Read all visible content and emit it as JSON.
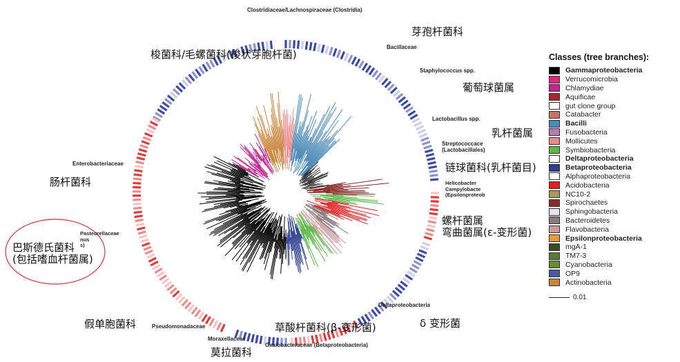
{
  "figure": {
    "labels_en": {
      "clostridia": "Clostridiaceae/Lachnospiraceae (Clostridia)",
      "bacillaceae": "Bacillaceae",
      "staphylococcus": "Staphylococcus spp.",
      "lactobacillus": "Lactobacillus spp.",
      "streptococcaceae": "Streptococcace\n(Lactobacillales)",
      "helicobacter": "Helicobacter\nCampylobacte\n(Epsilonproteob",
      "enterobacteriaceae": "Enterobacteriaceae",
      "pasteurellaceae": "Pasteurellaceae\nnus\ns)",
      "deltaproteobacteria": "Deltaproteobacteria",
      "pseudomonadaceae": "Pseudomonadaceae",
      "moraxellaceae": "Moraxellaceae",
      "oxalobacteraceae": "Oxalobacteraceae (Betaproteobacteria)"
    },
    "labels_zh": {
      "sporebacilli": "芽孢杆菌科",
      "clostridia": "梭菌科/毛螺菌科(梭状芽胞杆菌)",
      "staphylococcus": "葡萄球菌属",
      "lactobacillus": "乳杆菌属",
      "streptococcus": "链球菌科(乳杆菌目)",
      "enterobacteria": "肠杆菌科",
      "helicobacter": "螺杆菌属\n弯曲菌属(ε-变形菌)",
      "pasteurella": "巴斯德氏菌科\n(包括嗜血杆菌属)",
      "pseudomonas": "假单胞菌科",
      "oxalobacter": "草酸杆菌科(β-变形菌)",
      "delta": "δ 变形菌",
      "moraxella": "莫拉菌科"
    }
  },
  "legend": {
    "title": "Classes (tree branches):",
    "items": [
      {
        "label": "Gammaproteobacteria",
        "color": "#000000",
        "bold": true
      },
      {
        "label": "Verrucomicrobia",
        "color": "#e0267a",
        "bold": false
      },
      {
        "label": "Chlamydiae",
        "color": "#c2268f",
        "bold": false
      },
      {
        "label": "Aquificae",
        "color": "#a8282f",
        "bold": false
      },
      {
        "label": "gut clone group",
        "color": "#ffffff",
        "bold": false
      },
      {
        "label": "Catabacter",
        "color": "#c8706a",
        "bold": false
      },
      {
        "label": "Bacilli",
        "color": "#4a8ab8",
        "bold": true
      },
      {
        "label": "Fusobacteria",
        "color": "#b47cb0",
        "bold": false
      },
      {
        "label": "Mollicutes",
        "color": "#e8888a",
        "bold": false
      },
      {
        "label": "Symbiobacteria",
        "color": "#5cb847",
        "bold": false
      },
      {
        "label": "Deltaproteobacteria",
        "color": "#ffffff",
        "bold": true
      },
      {
        "label": "Betaproteobacteria",
        "color": "#2c3f8e",
        "bold": true
      },
      {
        "label": "Alphaproteobacteria",
        "color": "#ffffff",
        "bold": false
      },
      {
        "label": "Acidobacteria",
        "color": "#e02020",
        "bold": false
      },
      {
        "label": "NC10-2",
        "color": "#a89a5a",
        "bold": false
      },
      {
        "label": "Spirochaetes",
        "color": "#8a2a2a",
        "bold": false
      },
      {
        "label": "Sphingobacteria",
        "color": "#e4e4ec",
        "bold": false
      },
      {
        "label": "Bacteroidetes",
        "color": "#8a7a7a",
        "bold": false
      },
      {
        "label": "Flavobacteria",
        "color": "#c89a9a",
        "bold": false
      },
      {
        "label": "Epsilonproteobacteria",
        "color": "#e89a3c",
        "bold": true
      },
      {
        "label": "mgA-1",
        "color": "#3a4a2a",
        "bold": false
      },
      {
        "label": "TM7-3",
        "color": "#5a7a3a",
        "bold": false
      },
      {
        "label": "Cyanobacteria",
        "color": "#6a8a3a",
        "bold": false
      },
      {
        "label": "OP9",
        "color": "#4a5aa8",
        "bold": false
      },
      {
        "label": "Actinobacteria",
        "color": "#c8843a",
        "bold": false
      }
    ],
    "scale_label": "0.01"
  },
  "colors": {
    "heat_red": "#e03a3a",
    "heat_blue": "#3a4aa8",
    "highlight_ellipse": "#e03030"
  }
}
